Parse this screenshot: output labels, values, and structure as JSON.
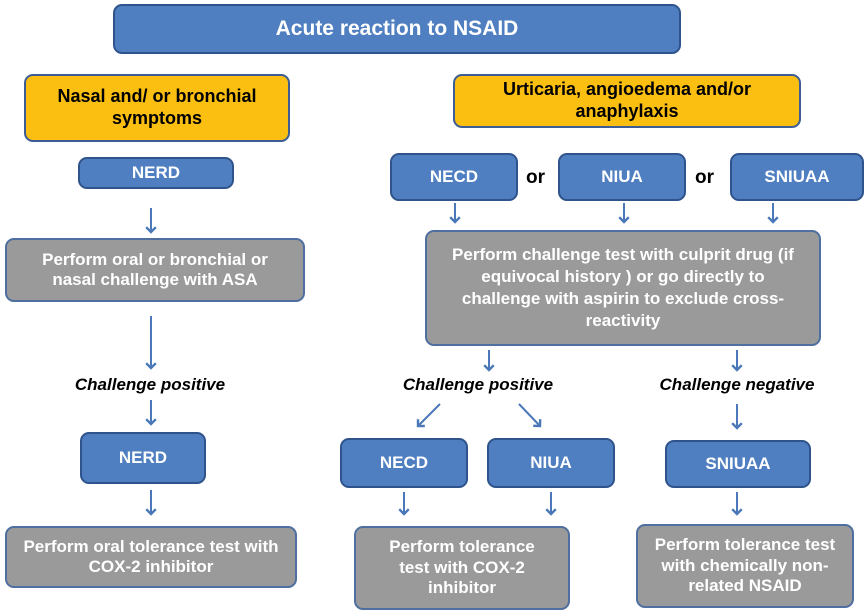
{
  "title": "Acute reaction to NSAID",
  "left": {
    "header": "Nasal and/ or bronchial symptoms",
    "nerd_top": "NERD",
    "challenge": "Perform oral or bronchial or nasal challenge with ASA",
    "result": "Challenge positive",
    "nerd_bottom": "NERD",
    "tolerance": "Perform oral tolerance test with COX-2 inhibitor"
  },
  "right": {
    "header": "Urticaria, angioedema and/or anaphylaxis",
    "types": [
      "NECD",
      "NIUA",
      "SNIUAA"
    ],
    "or_label": "or",
    "challenge": "Perform challenge test with culprit drug (if equivocal history ) or go directly to challenge with aspirin to exclude cross-reactivity",
    "positive_label": "Challenge positive",
    "negative_label": "Challenge negative",
    "positive_outcomes": [
      "NECD",
      "NIUA"
    ],
    "negative_outcome": "SNIUAA",
    "tolerance_positive": "Perform tolerance test with COX-2 inhibitor",
    "tolerance_negative": "Perform tolerance test with chemically non-related NSAID"
  },
  "colors": {
    "blue": "#4f7fc0",
    "orange": "#fbbf12",
    "gray": "#9a9a9a",
    "arrow": "#4a78b8"
  }
}
